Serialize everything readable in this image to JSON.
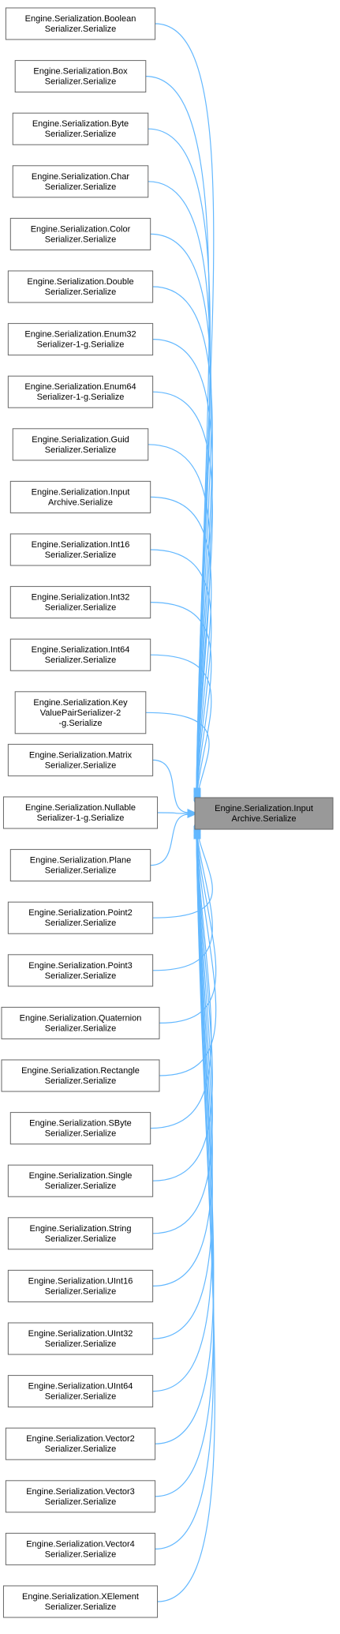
{
  "graph": {
    "target": {
      "lines": [
        "Engine.Serialization.Input",
        "Archive.Serialize"
      ]
    },
    "callers": [
      {
        "lines": [
          "Engine.Serialization.Boolean",
          "Serializer.Serialize"
        ]
      },
      {
        "lines": [
          "Engine.Serialization.Box",
          "Serializer.Serialize"
        ]
      },
      {
        "lines": [
          "Engine.Serialization.Byte",
          "Serializer.Serialize"
        ]
      },
      {
        "lines": [
          "Engine.Serialization.Char",
          "Serializer.Serialize"
        ]
      },
      {
        "lines": [
          "Engine.Serialization.Color",
          "Serializer.Serialize"
        ]
      },
      {
        "lines": [
          "Engine.Serialization.Double",
          "Serializer.Serialize"
        ]
      },
      {
        "lines": [
          "Engine.Serialization.Enum32",
          "Serializer-1-g.Serialize"
        ]
      },
      {
        "lines": [
          "Engine.Serialization.Enum64",
          "Serializer-1-g.Serialize"
        ]
      },
      {
        "lines": [
          "Engine.Serialization.Guid",
          "Serializer.Serialize"
        ]
      },
      {
        "lines": [
          "Engine.Serialization.Input",
          "Archive.Serialize"
        ]
      },
      {
        "lines": [
          "Engine.Serialization.Int16",
          "Serializer.Serialize"
        ]
      },
      {
        "lines": [
          "Engine.Serialization.Int32",
          "Serializer.Serialize"
        ]
      },
      {
        "lines": [
          "Engine.Serialization.Int64",
          "Serializer.Serialize"
        ]
      },
      {
        "lines": [
          "Engine.Serialization.Key",
          "ValuePairSerializer-2",
          "-g.Serialize"
        ]
      },
      {
        "lines": [
          "Engine.Serialization.Matrix",
          "Serializer.Serialize"
        ]
      },
      {
        "lines": [
          "Engine.Serialization.Nullable",
          "Serializer-1-g.Serialize"
        ]
      },
      {
        "lines": [
          "Engine.Serialization.Plane",
          "Serializer.Serialize"
        ]
      },
      {
        "lines": [
          "Engine.Serialization.Point2",
          "Serializer.Serialize"
        ]
      },
      {
        "lines": [
          "Engine.Serialization.Point3",
          "Serializer.Serialize"
        ]
      },
      {
        "lines": [
          "Engine.Serialization.Quaternion",
          "Serializer.Serialize"
        ]
      },
      {
        "lines": [
          "Engine.Serialization.Rectangle",
          "Serializer.Serialize"
        ]
      },
      {
        "lines": [
          "Engine.Serialization.SByte",
          "Serializer.Serialize"
        ]
      },
      {
        "lines": [
          "Engine.Serialization.Single",
          "Serializer.Serialize"
        ]
      },
      {
        "lines": [
          "Engine.Serialization.String",
          "Serializer.Serialize"
        ]
      },
      {
        "lines": [
          "Engine.Serialization.UInt16",
          "Serializer.Serialize"
        ]
      },
      {
        "lines": [
          "Engine.Serialization.UInt32",
          "Serializer.Serialize"
        ]
      },
      {
        "lines": [
          "Engine.Serialization.UInt64",
          "Serializer.Serialize"
        ]
      },
      {
        "lines": [
          "Engine.Serialization.Vector2",
          "Serializer.Serialize"
        ]
      },
      {
        "lines": [
          "Engine.Serialization.Vector3",
          "Serializer.Serialize"
        ]
      },
      {
        "lines": [
          "Engine.Serialization.Vector4",
          "Serializer.Serialize"
        ]
      },
      {
        "lines": [
          "Engine.Serialization.XElement",
          "Serializer.Serialize"
        ]
      }
    ],
    "colors": {
      "edge": "#63b8ff",
      "focus_fill": "#999999",
      "node_border": "#666666"
    }
  }
}
